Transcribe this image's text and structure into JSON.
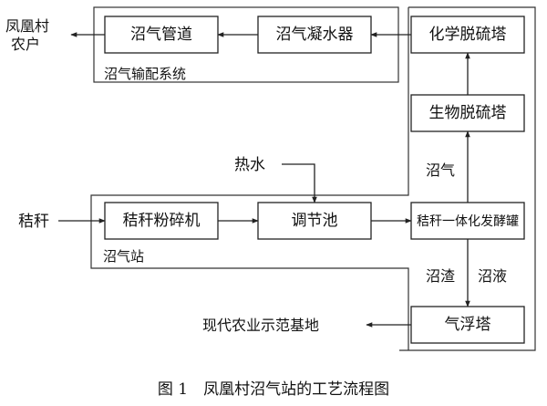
{
  "nodes": {
    "biogas_pipeline": "沼气管道",
    "biogas_condenser": "沼气凝水器",
    "chemical_desulfurization_tower": "化学脱硫塔",
    "biological_desulfurization_tower": "生物脱硫塔",
    "straw_crusher": "秸秆粉碎机",
    "regulating_tank": "调节池",
    "integrated_fermentation_tank": "秸秆一体化发酵罐",
    "flotation_tower": "气浮塔"
  },
  "regions": {
    "distribution_system": "沼气输配系统",
    "biogas_station": "沼气站"
  },
  "external": {
    "farmers": "凤凰村\n农户",
    "hot_water": "热水",
    "straw_input": "秸秆",
    "demo_base": "现代农业示范基地"
  },
  "flow_labels": {
    "biogas": "沼气",
    "residue": "沼渣",
    "slurry": "沼液"
  },
  "caption": "图 1　凤凰村沼气站的工艺流程图"
}
